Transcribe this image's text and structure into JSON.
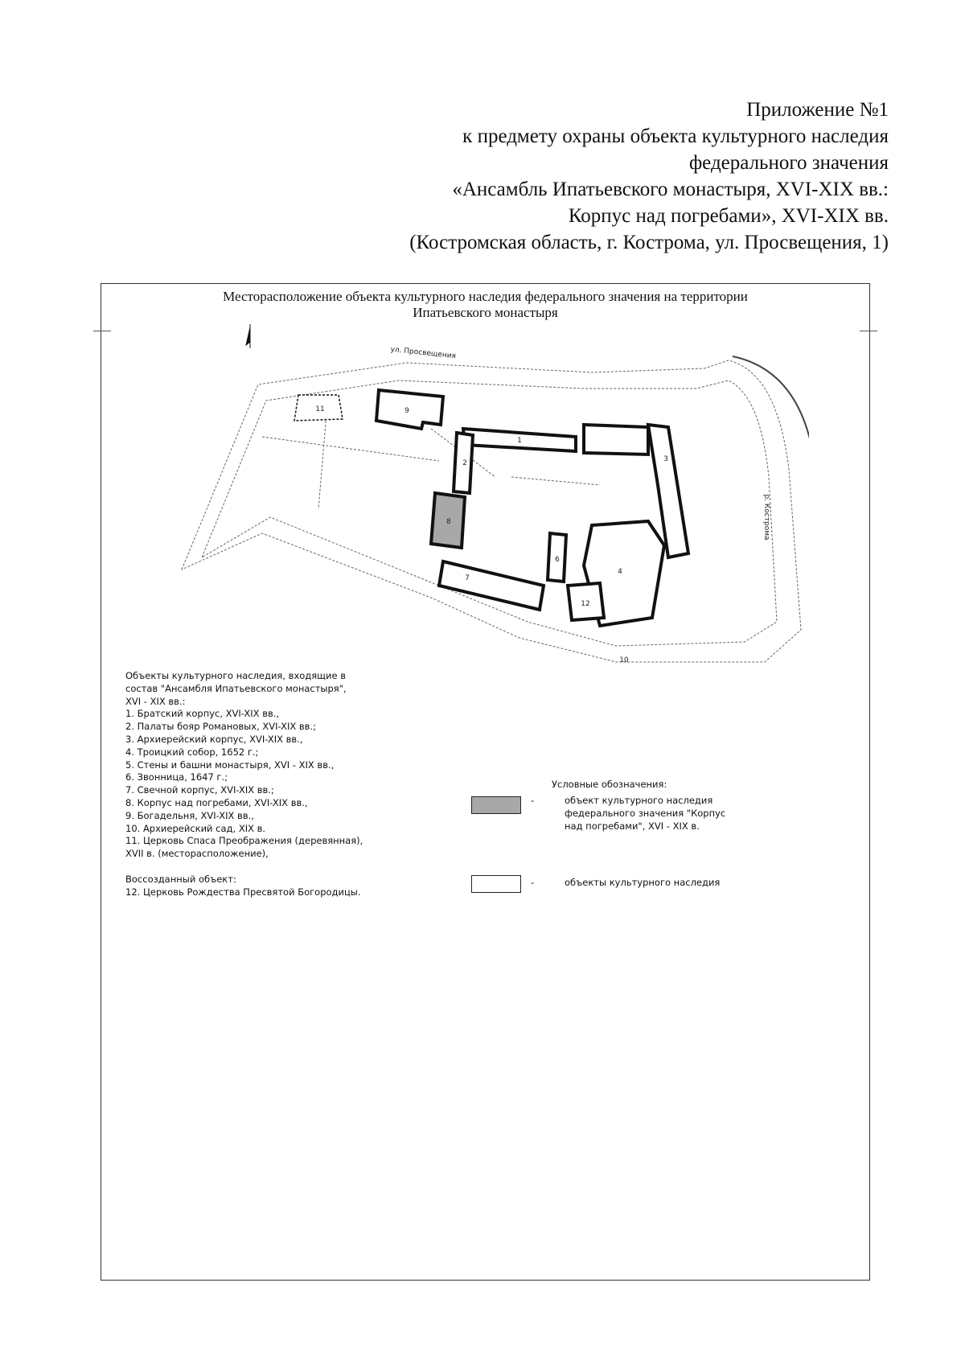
{
  "header": {
    "lines": [
      "Приложение №1",
      "к предмету охраны объекта культурного наследия",
      "федерального значения",
      "«Ансамбль Ипатьевского монастыря, XVI-XIX вв.:",
      "Корпус над погребами», XVI-XIX вв.",
      "(Костромская область, г. Кострома, ул. Просвещения, 1)"
    ]
  },
  "map": {
    "title_lines": [
      "Месторасположение объекта культурного наследия федерального значения на территории",
      "Ипатьевского монастыря"
    ],
    "street_label": "ул. Просвещения",
    "river_label": "р. Кострома",
    "building_numbers": [
      "1",
      "2",
      "3",
      "4",
      "6",
      "7",
      "8",
      "9",
      "10",
      "11",
      "12"
    ],
    "highlight_color": "#a8a8a8"
  },
  "legend": {
    "intro_lines": [
      "Объекты культурного наследия, входящие в",
      "состав \"Ансамбля Ипатьевского монастыря\",",
      "XVI - XIX вв.:"
    ],
    "items": [
      "1. Братский корпус, XVI-XIX вв.,",
      "2. Палаты бояр Романовых, XVI-XIX вв.;",
      "3. Архиерейский корпус, XVI-XIX вв.,",
      "4. Троицкий собор, 1652 г.;",
      "5. Стены и башни монастыря, XVI - XIX вв.,",
      "6. Звонница, 1647 г.;",
      "7. Свечной корпус, XVI-XIX вв.;",
      "8. Корпус над погребами, XVI-XIX вв.,",
      "9. Богадельня, XVI-XIX вв.,",
      "10. Архиерейский сад, XIX в.",
      "11. Церковь Спаса Преображения (деревянная),",
      "XVII в. (месторасположение),"
    ],
    "recreated_title": "Воссозданный объект:",
    "recreated_item": "12. Церковь Рождества Пресвятой Богородицы."
  },
  "conventions": {
    "title": "Условные обозначения:",
    "dash": "-",
    "gray_lines": [
      "объект культурного наследия",
      "федерального значения \"Корпус",
      "над погребами\", XVI - XIX в."
    ],
    "white_line": "объекты культурного наследия"
  }
}
